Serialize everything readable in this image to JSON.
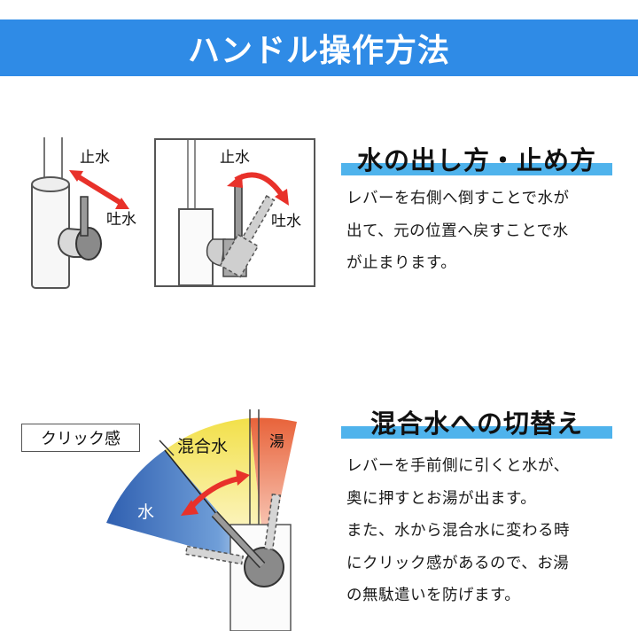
{
  "header": {
    "title": "ハンドル操作方法"
  },
  "section1": {
    "heading": "水の出し方・止め方",
    "lines": [
      "レバーを右側へ倒すことで水が",
      "出て、元の位置へ戻すことで水",
      "が止まります。"
    ],
    "diagram_left": {
      "stop_label": "止水",
      "discharge_label": "吐水"
    },
    "diagram_right": {
      "stop_label": "止水",
      "discharge_label": "吐水"
    }
  },
  "section2": {
    "heading": "混合水への切替え",
    "lines": [
      "レバーを手前側に引くと水が、",
      "奥に押すとお湯が出ます。",
      "また、水から混合水に変わる時",
      "にクリック感があるので、お湯",
      "の無駄遣いを防げます。"
    ],
    "diagram": {
      "click_label": "クリック感",
      "mixed_label": "混合水",
      "water_label": "水",
      "hot_label": "湯"
    }
  },
  "colors": {
    "banner": "#2f8be6",
    "underline": "#4fb3ec",
    "arrow": "#e8312a",
    "water": "#2f5fb0",
    "mixed": "#f2e04a",
    "hot": "#e8633a"
  }
}
